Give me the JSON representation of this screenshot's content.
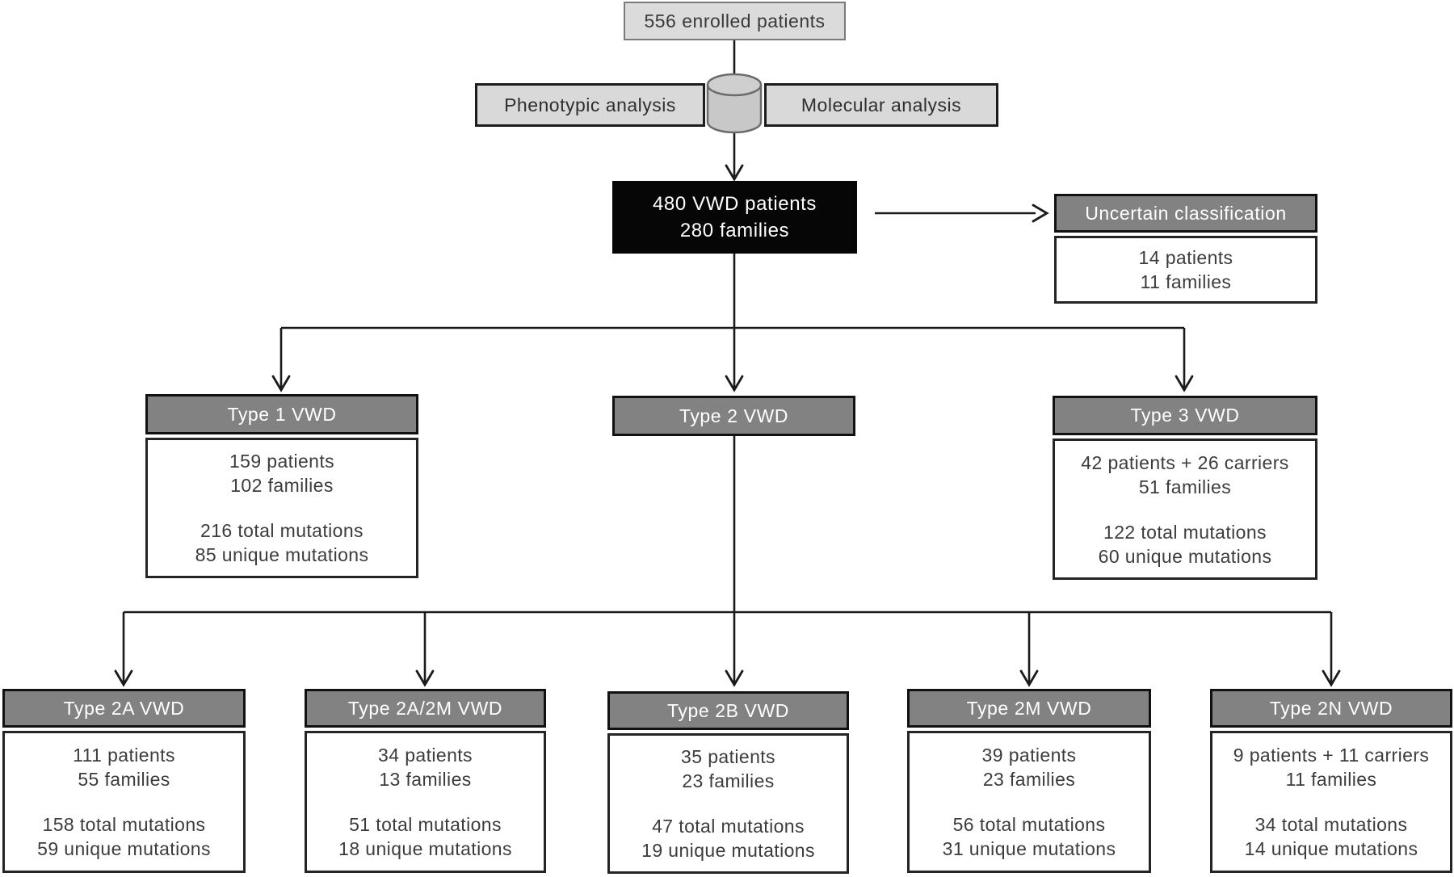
{
  "figure": "VWD patient enrollment and classification flowchart",
  "colors": {
    "light_box_fill": "#dbdbdb",
    "light_box_border": "#7a7a7a",
    "header_fill": "#828282",
    "header_text": "#ffffff",
    "root_box_fill": "#060606",
    "root_box_text": "#ffffff",
    "body_fill": "#ffffff",
    "body_text": "#3c3c3c",
    "border_dark": "#1c1c1c",
    "line_color": "#1a1a1a",
    "cylinder_fill": "#c8c8c8",
    "cylinder_border": "#6b6b6b"
  },
  "icons": {
    "database_cylinder": "database-cylinder-icon"
  },
  "top": {
    "enrolled_label": "556 enrolled patients",
    "phenotypic_label": "Phenotypic analysis",
    "molecular_label": "Molecular analysis"
  },
  "root": {
    "line1": "480 VWD patients",
    "line2": "280 families"
  },
  "uncertain": {
    "title": "Uncertain classification",
    "stats": [
      "14 patients",
      "11 families"
    ]
  },
  "nodes": {
    "type1": {
      "title": "Type 1 VWD",
      "group1": [
        "159 patients",
        "102 families"
      ],
      "group2": [
        "216 total mutations",
        "85 unique mutations"
      ]
    },
    "type2": {
      "title": "Type 2 VWD"
    },
    "type3": {
      "title": "Type 3 VWD",
      "group1": [
        "42 patients + 26 carriers",
        "51 families"
      ],
      "group2": [
        "122 total mutations",
        "60 unique mutations"
      ]
    },
    "type2a": {
      "title": "Type 2A VWD",
      "group1": [
        "111 patients",
        "55 families"
      ],
      "group2": [
        "158 total mutations",
        "59 unique mutations"
      ]
    },
    "type2a2m": {
      "title": "Type 2A/2M VWD",
      "group1": [
        "34 patients",
        "13 families"
      ],
      "group2": [
        "51 total mutations",
        "18 unique mutations"
      ]
    },
    "type2b": {
      "title": "Type 2B VWD",
      "group1": [
        "35 patients",
        "23 families"
      ],
      "group2": [
        "47 total mutations",
        "19 unique mutations"
      ]
    },
    "type2m": {
      "title": "Type 2M VWD",
      "group1": [
        "39 patients",
        "23 families"
      ],
      "group2": [
        "56 total mutations",
        "31 unique mutations"
      ]
    },
    "type2n": {
      "title": "Type 2N VWD",
      "group1": [
        "9 patients + 11 carriers",
        "11 families"
      ],
      "group2": [
        "34 total mutations",
        "14 unique mutations"
      ]
    }
  }
}
